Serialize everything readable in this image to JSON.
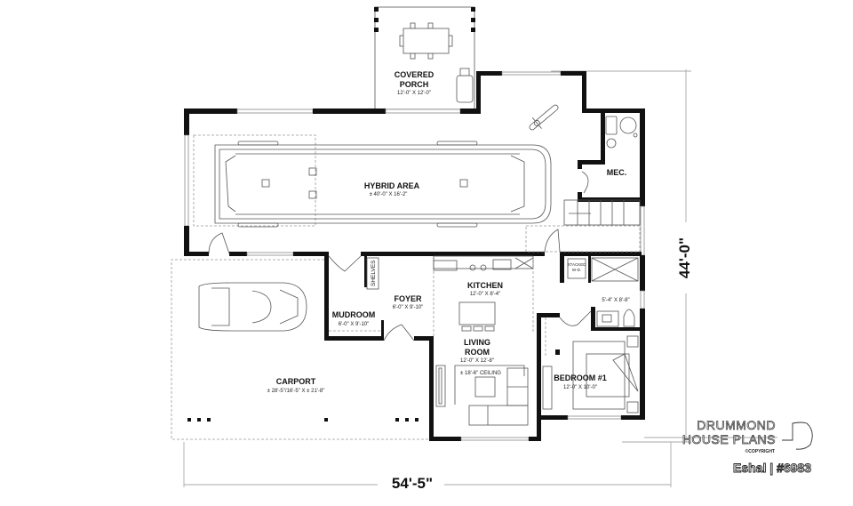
{
  "plan": {
    "total_width": "54'-5\"",
    "total_depth": "44'-0\"",
    "brand_line1": "DRUMMOND",
    "brand_line2": "HOUSE PLANS",
    "copyright": "©COPYRIGHT",
    "plan_name": "Eshal | #6983"
  },
  "rooms": {
    "covered_porch": {
      "name_line1": "COVERED",
      "name_line2": "PORCH",
      "size": "12'-0\" X 12'-0\""
    },
    "hybrid_area": {
      "name": "HYBRID AREA",
      "size": "± 40'-0\" X 16'-2\""
    },
    "mec": {
      "name": "MEC."
    },
    "kitchen": {
      "name": "KITCHEN",
      "size": "12'-0\" X 8'-4\""
    },
    "foyer": {
      "name": "FOYER",
      "size": "6'-0\" X 9'-10\""
    },
    "mudroom": {
      "name": "MUDROOM",
      "size": "6'-0\" X 9'-10\""
    },
    "shelves": {
      "name": "SHELVES"
    },
    "living_room": {
      "name_line1": "LIVING",
      "name_line2": "ROOM",
      "size": "12'-0\" X 12'-8\"",
      "ceiling": "± 18'-6\" CEILING"
    },
    "stacked_wd": {
      "name_line1": "STACKED",
      "name_line2": "W-D."
    },
    "bathroom": {
      "size": "5'-4\" X 8'-8\""
    },
    "bedroom1": {
      "name": "BEDROOM #1",
      "size": "12'-0\" X 10'-0\""
    },
    "carport": {
      "name": "CARPORT",
      "size": "± 28'-5\"/16'-5\" X ± 21'-8\""
    }
  }
}
